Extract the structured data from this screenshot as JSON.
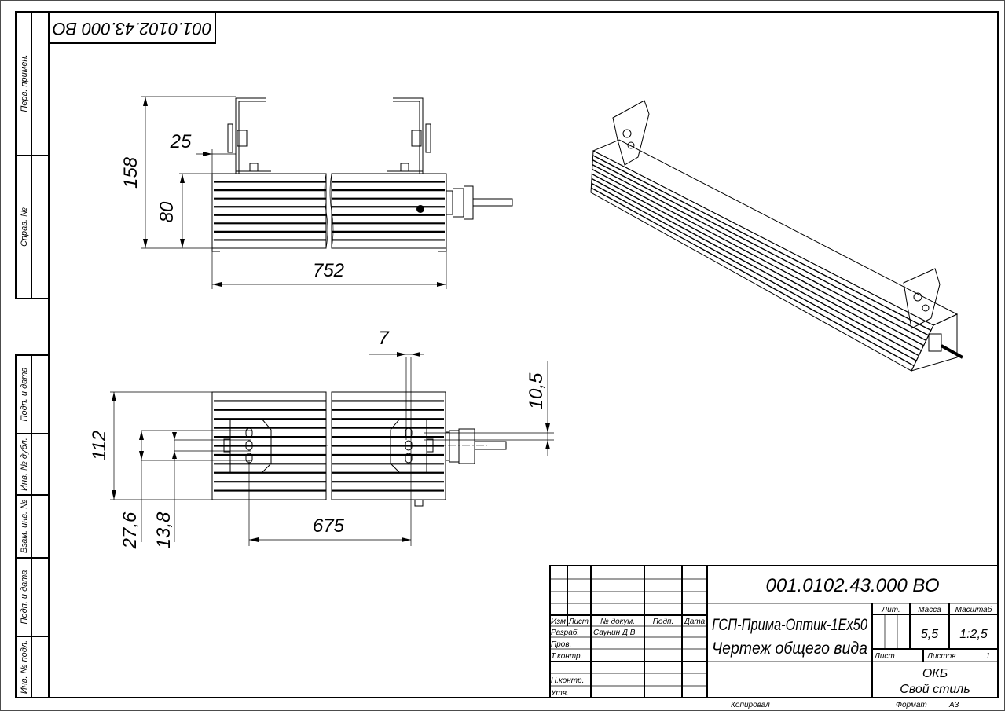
{
  "drawing": {
    "rotated_code": "001.0102.43.000 ВО",
    "side_strip": {
      "top": [
        "Перв. примен.",
        "Справ. №"
      ],
      "bottom": [
        "Подп. и дата",
        "Инв. № дубл.",
        "Взам. инв. №",
        "Подп. и дата",
        "Инв. № подл."
      ]
    },
    "dimensions": {
      "side_view": {
        "overall_height": "158",
        "body_height": "80",
        "bracket_offset": "25",
        "length": "752"
      },
      "bottom_view": {
        "width": "112",
        "slot_span": "27,6",
        "slot_pitch": "13,8",
        "mount_spacing": "675",
        "slot_width": "7",
        "gland_offset": "10,5"
      }
    }
  },
  "title_block": {
    "code": "001.0102.43.000 ВО",
    "name_line1": "ГСП-Прима-Оптик-1Ex50",
    "name_line2": "Чертеж общего вида",
    "headers": {
      "izm": "Изм",
      "list": "Лист",
      "doc_no": "№ докум.",
      "sign": "Подп.",
      "date": "Дата"
    },
    "roles": [
      "Разраб.",
      "Пров.",
      "Т.контр.",
      "",
      "Н.контр.",
      "Утв."
    ],
    "developer": "Саунин Д В",
    "lit_label": "Лит.",
    "mass_label": "Масса",
    "scale_label": "Масштаб",
    "mass": "5,5",
    "scale": "1:2,5",
    "sheet_label": "Лист",
    "sheets_label": "Листов",
    "sheets": "1",
    "org_line1": "ОКБ",
    "org_line2": "Свой стиль",
    "copied": "Копировал",
    "format_label": "Формат",
    "format": "А3"
  }
}
